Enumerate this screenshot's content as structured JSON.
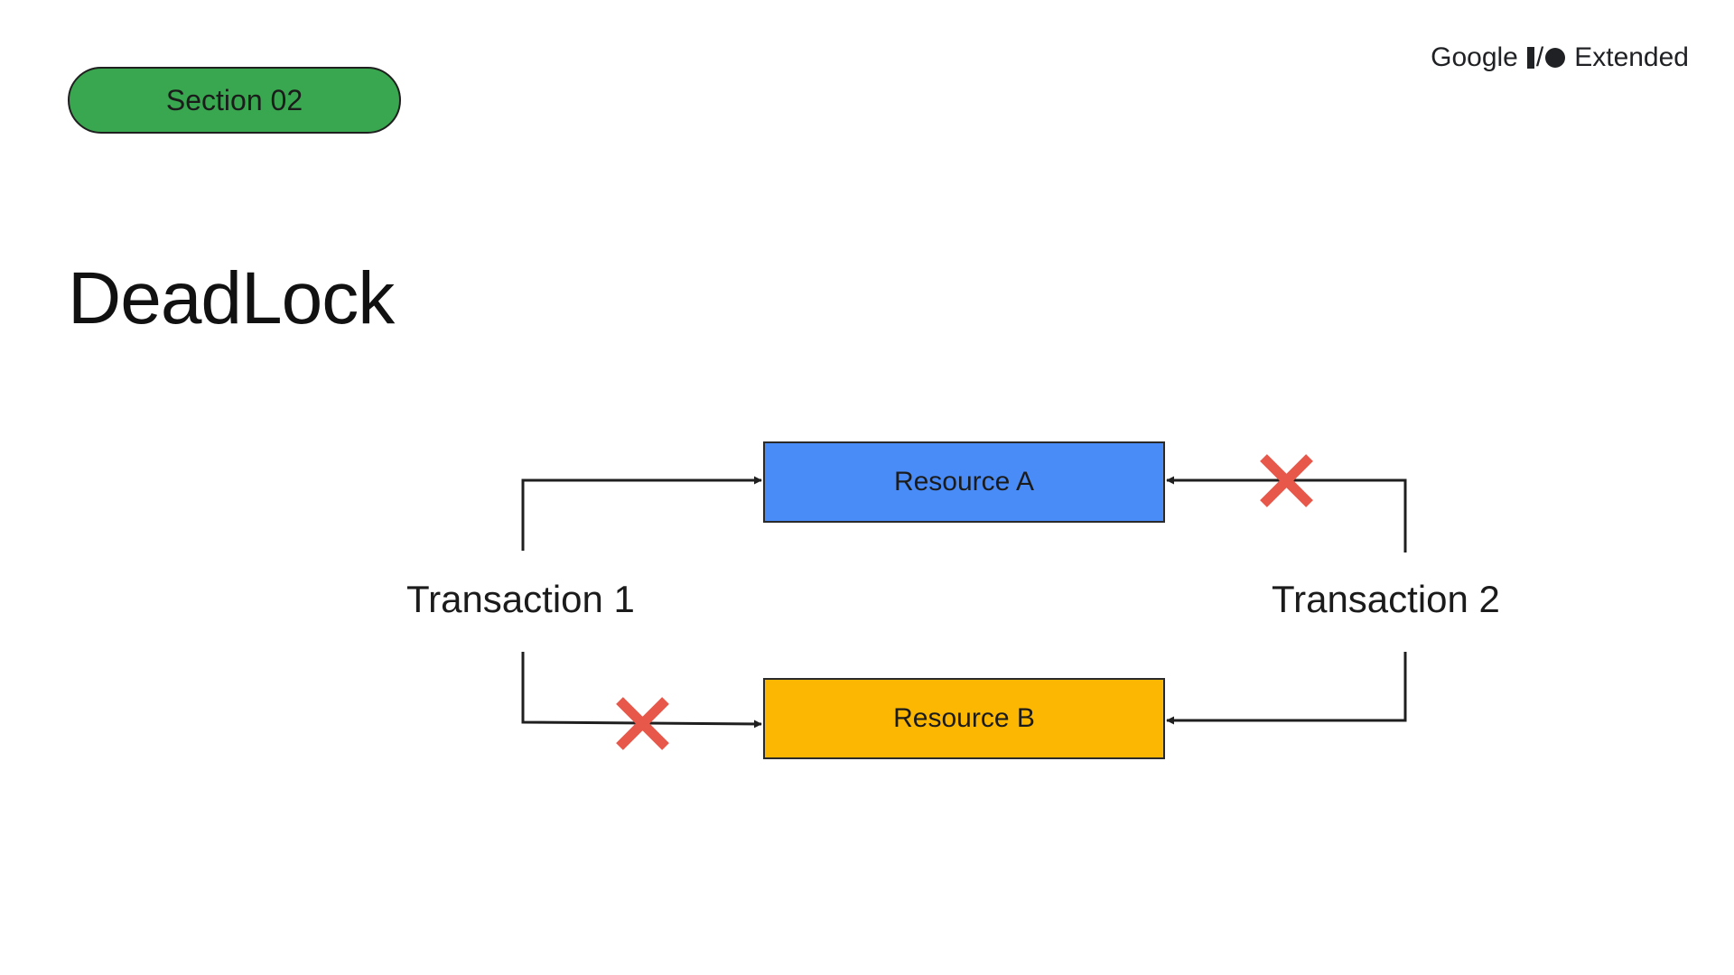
{
  "section": {
    "label": "Section 02",
    "color": "#38a74f"
  },
  "brand": {
    "google": "Google",
    "io_slash": "/",
    "extended": "Extended"
  },
  "slide": {
    "title": "DeadLock"
  },
  "diagram": {
    "resource_a": {
      "label": "Resource A",
      "color": "#4a8cf7"
    },
    "resource_b": {
      "label": "Resource B",
      "color": "#fbb702"
    },
    "transaction_1": {
      "label": "Transaction 1"
    },
    "transaction_2": {
      "label": "Transaction 2"
    },
    "blocked_marker_color": "#e8584a"
  }
}
